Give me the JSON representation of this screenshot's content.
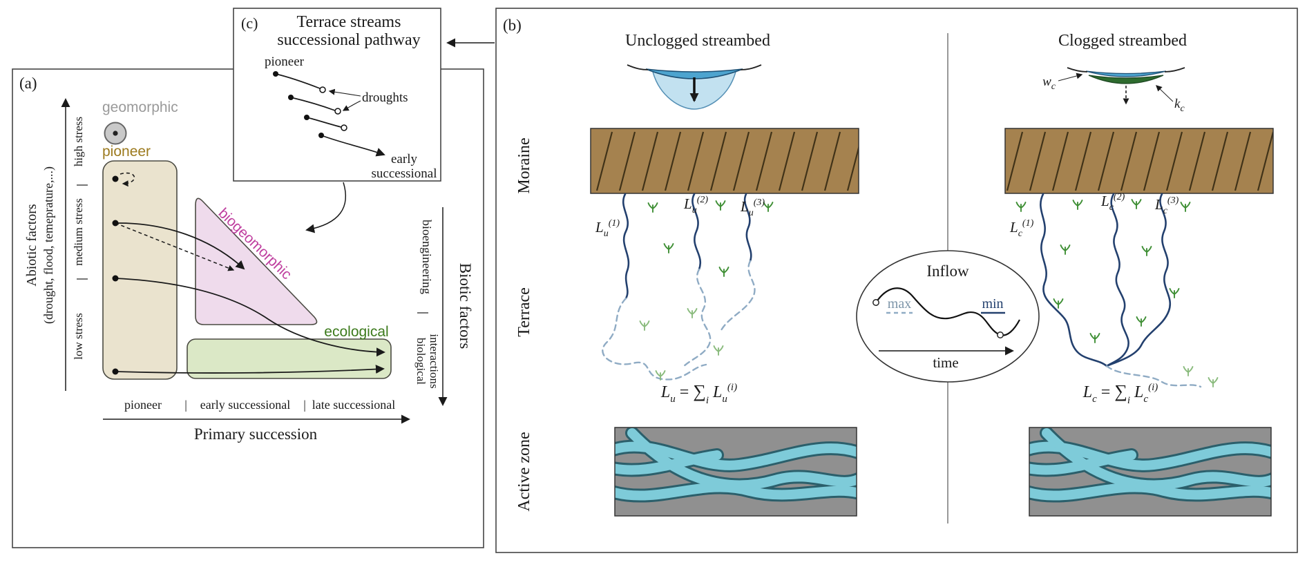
{
  "colors": {
    "pioneer_fill": "#eae3ce",
    "pioneer_label": "#9c7a1e",
    "biogeomorphic_fill": "#efdbec",
    "biogeomorphic_label": "#bf3f9f",
    "ecological_fill": "#dbe8c6",
    "ecological_label": "#3c7a1c",
    "geomorphic_label": "#9a9a9a",
    "geomorphic_fill": "#c9c9c9",
    "stream_solid": "#23406e",
    "stream_dashed": "#8fabc4",
    "grass": "#3f8f35",
    "grass_faded": "#8abb7d",
    "moraine_brown": "#a5824f",
    "braid_water": "#7ecbd9",
    "active_zone_gray": "#909090",
    "water_dark": "#4da4cf",
    "water_light": "#c2e1f0",
    "clog_layer_green": "#2e6b2e",
    "max_label": "#7d95a9"
  },
  "panel_a": {
    "label": "(a)",
    "y_axis": {
      "title": "Abiotic factors",
      "subtitle": "(drought, flood, temeprature,...)",
      "tick_high": "high stress",
      "tick_medium": "medium stress",
      "tick_low": "low stress"
    },
    "regions": {
      "geomorphic": "geomorphic",
      "pioneer": "pioneer",
      "biogeomorphic": "biogeomorphic",
      "ecological": "ecological"
    },
    "x_axis": {
      "tick_pioneer": "pioneer",
      "tick_early": "early successional",
      "tick_late": "late successional",
      "separator": "|",
      "title": "Primary succession"
    },
    "right_axis": {
      "bioengineering": "bioengineering",
      "biological": "biological",
      "interactions": "interactions",
      "title": "Biotic factors"
    }
  },
  "panel_c": {
    "label": "(c)",
    "title_line1": "Terrace streams",
    "title_line2": "successional pathway",
    "pioneer": "pioneer",
    "droughts": "droughts",
    "end_line1": "early",
    "end_line2": "successional"
  },
  "panel_b": {
    "label": "(b)",
    "rows": {
      "moraine": "Moraine",
      "terrace": "Terrace",
      "active_zone": "Active zone"
    },
    "unclogged": {
      "header": "Unclogged streambed",
      "l1": {
        "base": "L",
        "sub": "u",
        "sup": "(1)"
      },
      "l2": {
        "base": "L",
        "sub": "u",
        "sup": "(2)"
      },
      "l3": {
        "base": "L",
        "sub": "u",
        "sup": "(3)"
      },
      "formula": {
        "p0": "L",
        "p1": "u",
        "p2": " = ",
        "p3": "∑",
        "p4": "i",
        "p5": " L",
        "p6": "u",
        "p7": "(i)"
      }
    },
    "clogged": {
      "header": "Clogged streambed",
      "wc": {
        "base": "w",
        "sub": "c"
      },
      "kc": {
        "base": "k",
        "sub": "c"
      },
      "l1": {
        "base": "L",
        "sub": "c",
        "sup": "(1)"
      },
      "l2": {
        "base": "L",
        "sub": "c",
        "sup": "(2)"
      },
      "l3": {
        "base": "L",
        "sub": "c",
        "sup": "(3)"
      },
      "formula": {
        "p0": "L",
        "p1": "c",
        "p2": " = ",
        "p3": "∑",
        "p4": "i",
        "p5": " L",
        "p6": "c",
        "p7": "(i)"
      }
    },
    "inflow": {
      "title": "Inflow",
      "max": "max",
      "min": "min",
      "time": "time"
    }
  }
}
